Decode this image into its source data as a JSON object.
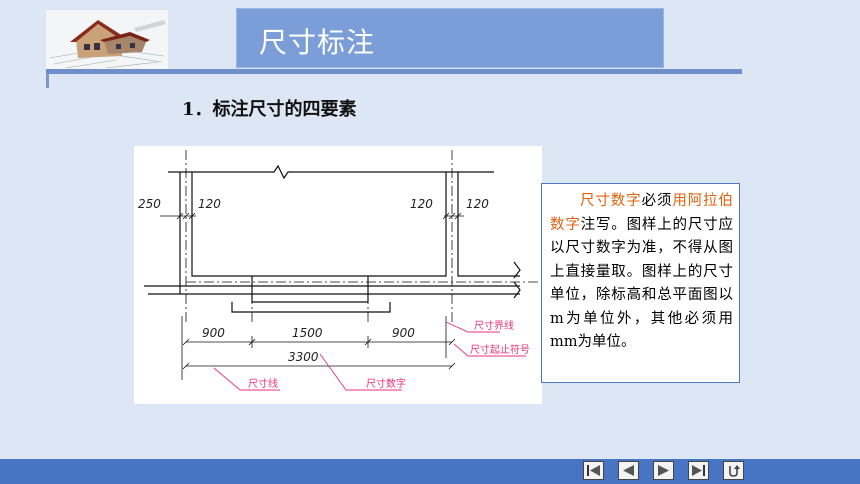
{
  "header": {
    "title": "尺寸标注"
  },
  "section": {
    "heading": "1．标注尺寸的四要素"
  },
  "diagram": {
    "dims_top": [
      "250",
      "120",
      "120",
      "120"
    ],
    "dims_bottom": [
      "900",
      "1500",
      "900"
    ],
    "total": "3300",
    "labels": {
      "extension_line": "尺寸界线",
      "start_stop_mark": "尺寸起止符号",
      "dimension_line": "尺寸线",
      "dimension_number": "尺寸数字"
    }
  },
  "note": {
    "p1": "尺寸数字",
    "p2": "必须",
    "p3": "用阿拉伯数字",
    "p4": "注写。图样上的尺寸应以尺寸数字为准，不得从图上直接量取。图样上的尺寸单位，除标高和总平面图以m为单位外，其他必须用mm为单位。"
  },
  "nav_buttons": [
    "first-slide",
    "previous-slide",
    "next-slide",
    "last-slide",
    "return"
  ],
  "colors": {
    "title_bg": "#7b9dd8",
    "accent": "#e0600c",
    "bar": "#4874c4",
    "annotation": "#e8337a"
  }
}
